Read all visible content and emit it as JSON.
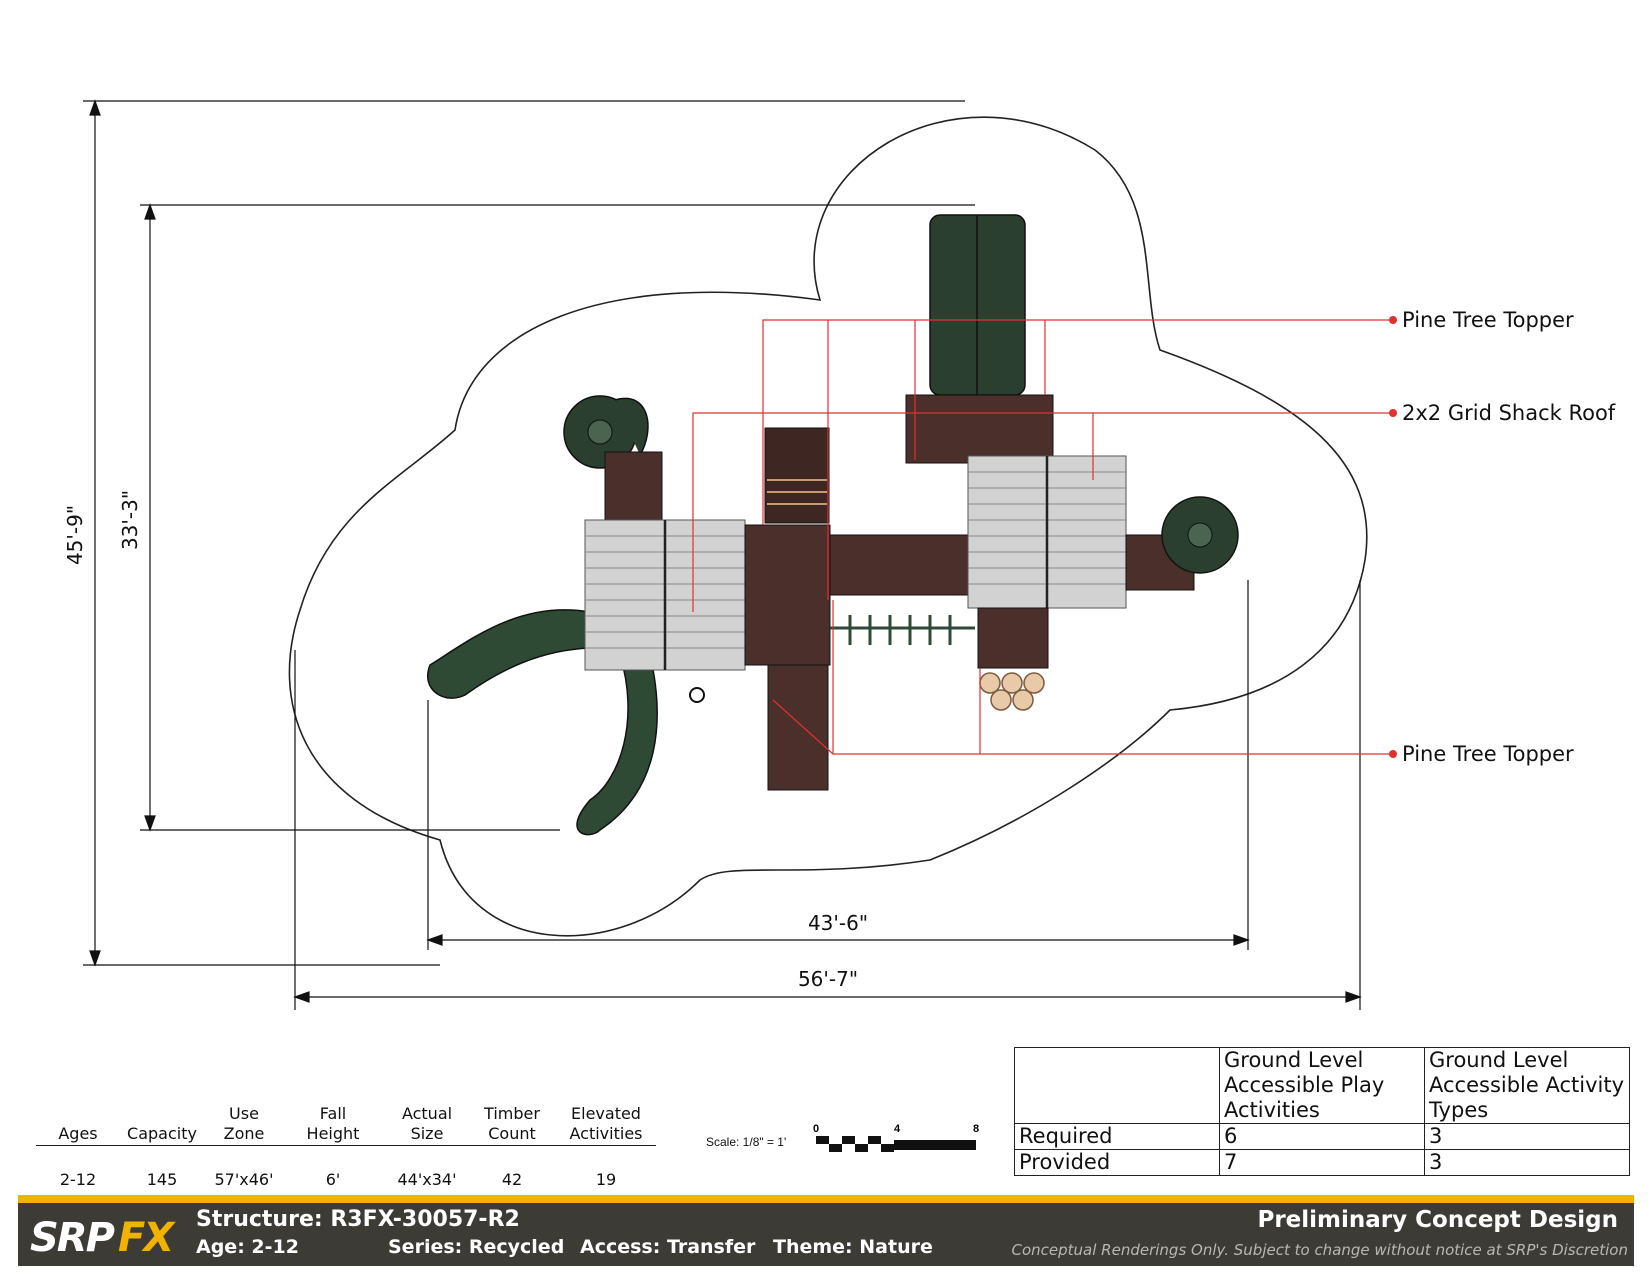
{
  "dimensions": {
    "overall_height": "45'-9\"",
    "structure_height": "33'-3\"",
    "structure_width": "43'-6\"",
    "overall_width": "56'-7\""
  },
  "callouts": [
    "Pine Tree Topper",
    "2x2 Grid Shack Roof",
    "Pine Tree Topper"
  ],
  "specs": {
    "headers": [
      "Ages",
      "Capacity",
      "Use Zone",
      "Fall Height",
      "Actual Size",
      "Timber Count",
      "Elevated Activities"
    ],
    "values": [
      "2-12",
      "145",
      "57'x46'",
      "6'",
      "44'x34'",
      "42",
      "19"
    ]
  },
  "scale": {
    "label": "Scale: 1/8\" = 1'",
    "ticks": [
      "0",
      "4",
      "8"
    ]
  },
  "accessibility": {
    "headers": [
      "",
      "Ground Level Accessible Play Activities",
      "Ground Level Accessible Activity Types"
    ],
    "rows": [
      {
        "label": "Required",
        "play": "6",
        "types": "3"
      },
      {
        "label": "Provided",
        "play": "7",
        "types": "3"
      }
    ]
  },
  "footer": {
    "logo_text": "SRPFX",
    "structure": "Structure: R3FX-30057-R2",
    "age": "Age: 2-12",
    "series": "Series: Recycled",
    "access": "Access: Transfer",
    "theme": "Theme: Nature",
    "title": "Preliminary Concept Design",
    "disclaimer": "Conceptual Renderings Only. Subject to change without notice at SRP's Discretion"
  },
  "colors": {
    "brand_yellow": "#f1b300",
    "footer_bg": "#3d3b36",
    "callout_red": "#e03030",
    "slide_green": "#2f4a35",
    "deck_brown": "#4a2f2a",
    "roof_gray": "#cfcfcf"
  }
}
